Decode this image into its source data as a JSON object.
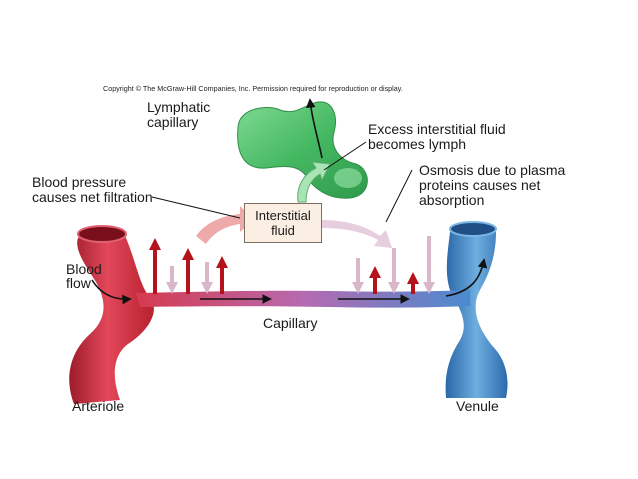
{
  "copyright": "Copyright © The McGraw-Hill Companies, Inc. Permission required for reproduction or display.",
  "labels": {
    "lymphatic_capillary": [
      "Lymphatic",
      "capillary"
    ],
    "excess_fluid": [
      "Excess interstitial fluid",
      "becomes lymph"
    ],
    "blood_pressure": [
      "Blood pressure",
      "causes net filtration"
    ],
    "osmosis": [
      "Osmosis due to plasma",
      "proteins causes net",
      "absorption"
    ],
    "interstitial_fluid": [
      "Interstitial",
      "fluid"
    ],
    "blood_flow": [
      "Blood",
      "flow"
    ],
    "capillary": "Capillary",
    "arteriole": "Arteriole",
    "venule": "Venule"
  },
  "colors": {
    "arteriole": "#d9364a",
    "venule": "#3f86c8",
    "lymphatic": "#4cbf6a",
    "filtration_arrow": "#b5121b",
    "absorption_arrow": "#d8b8c8",
    "box_fill": "#fbeee2"
  }
}
